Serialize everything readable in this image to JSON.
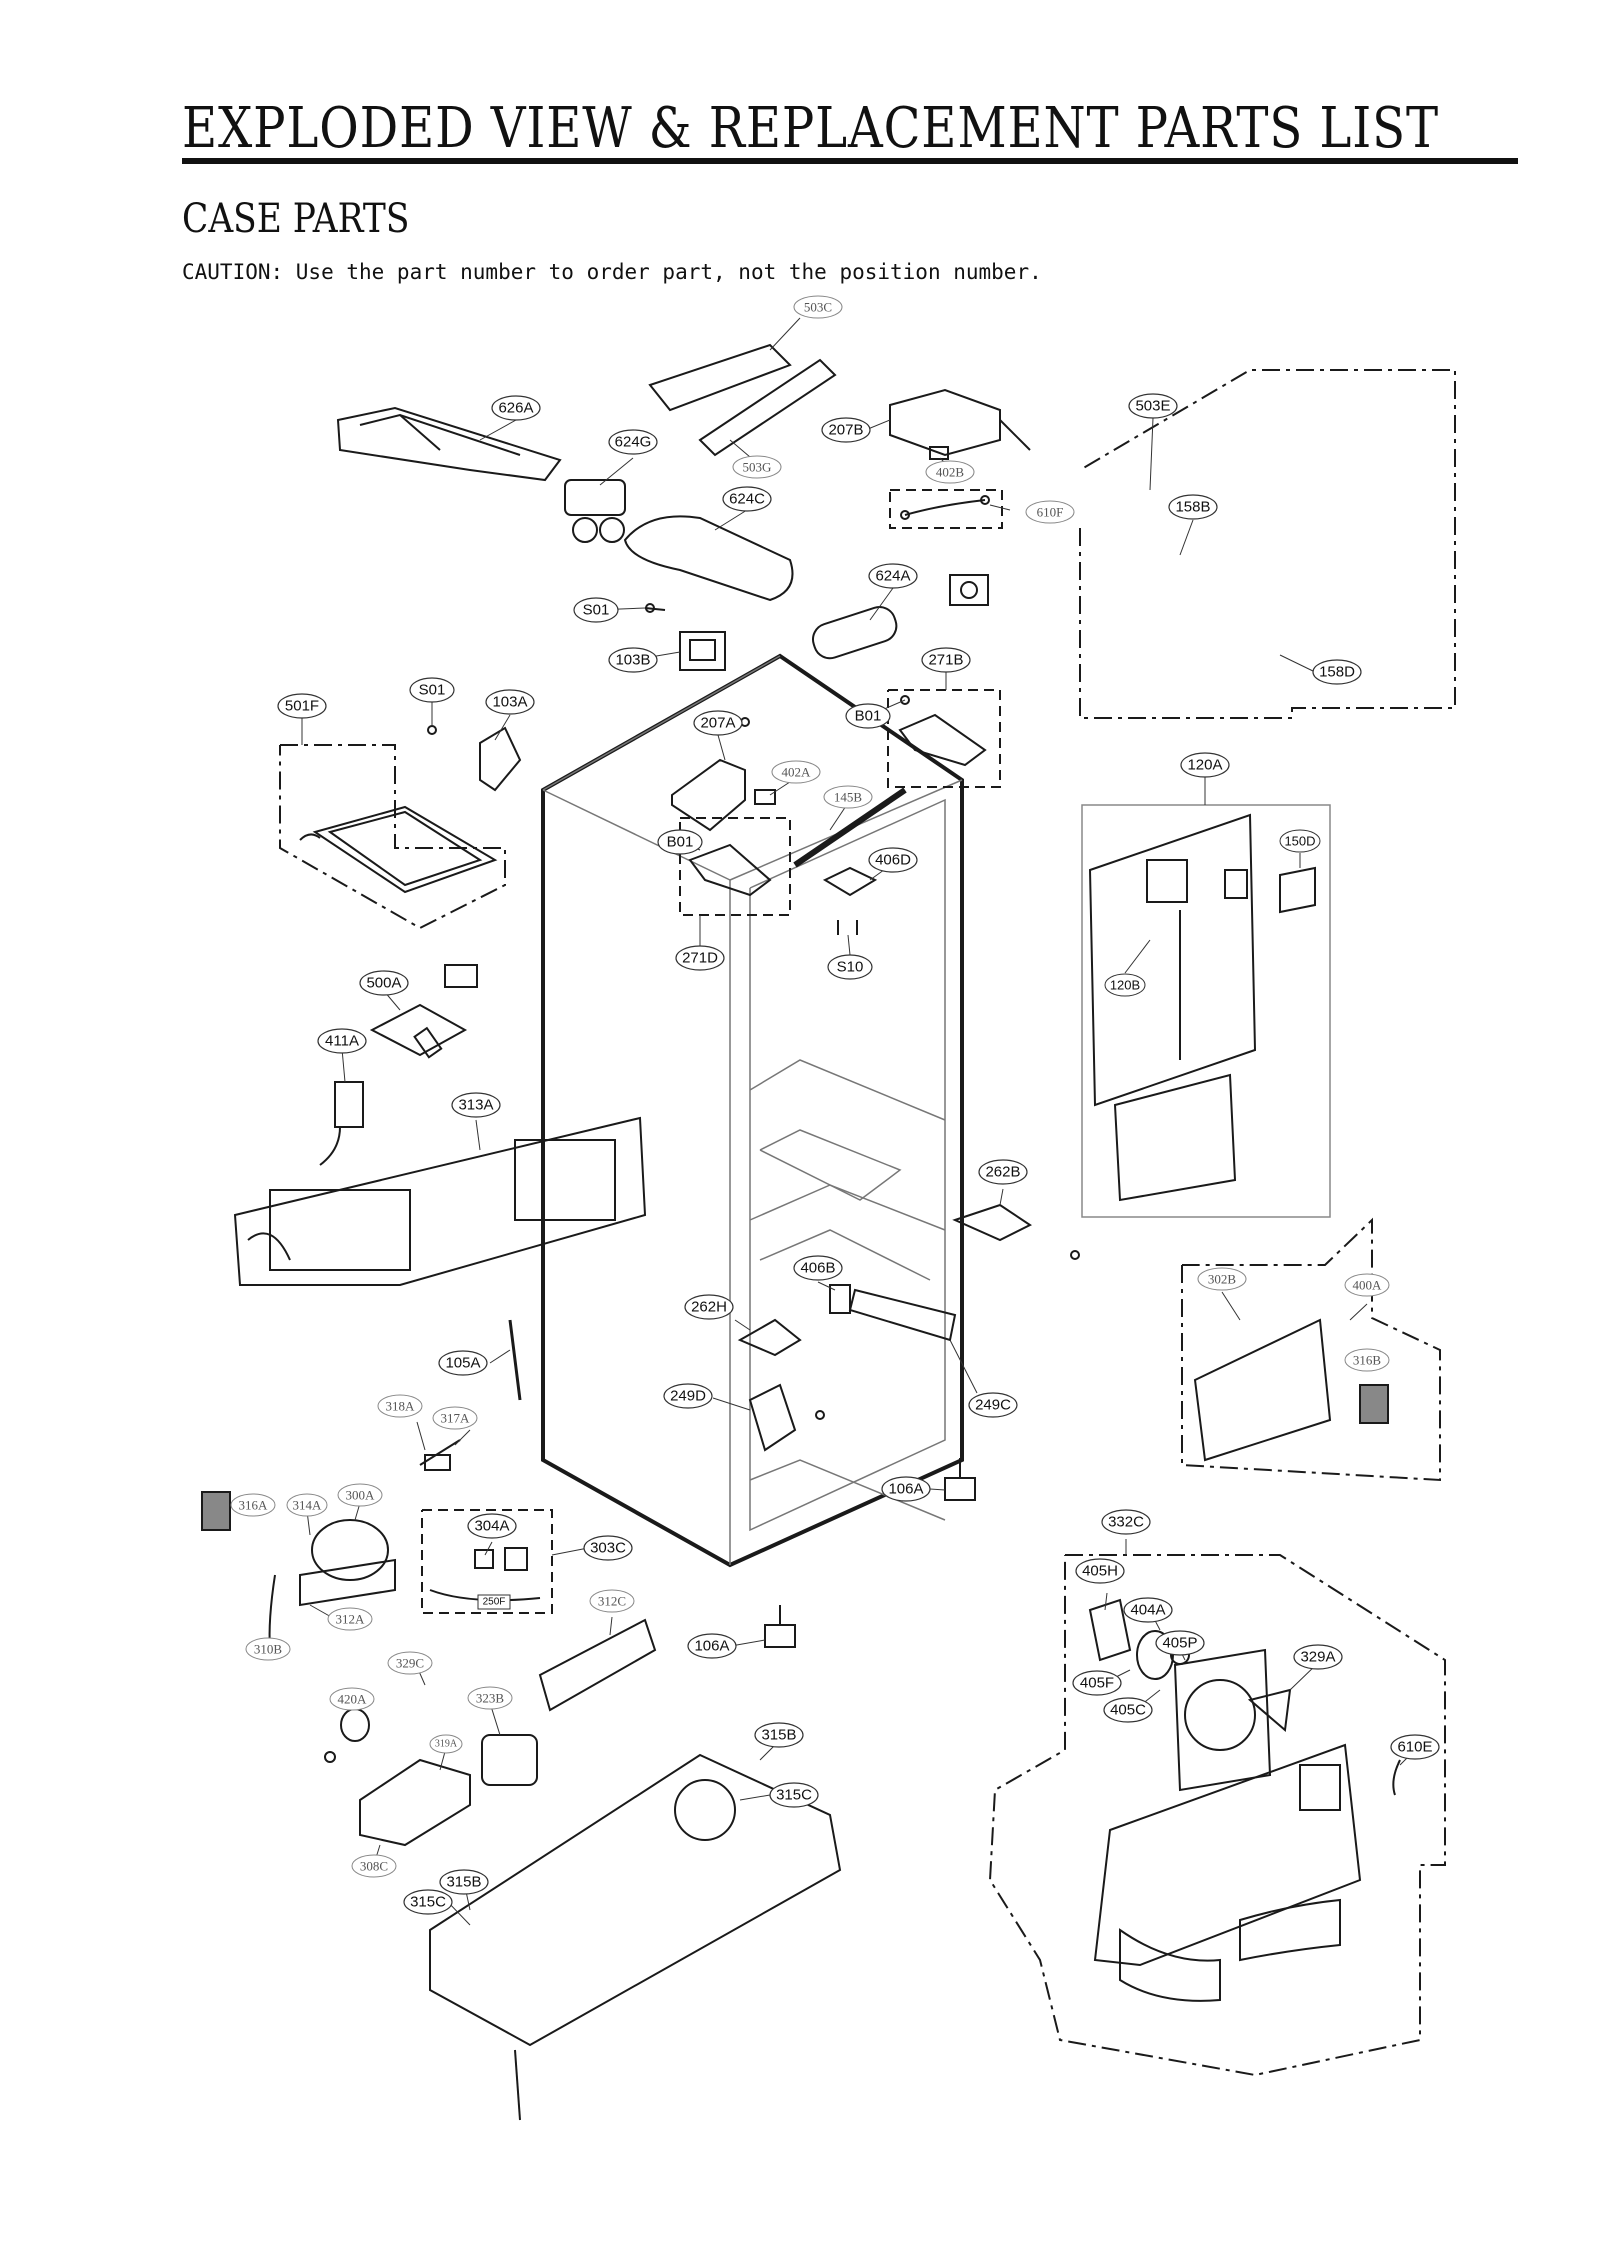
{
  "header": {
    "title": "EXPLODED VIEW & REPLACEMENT PARTS LIST",
    "section": "CASE PARTS",
    "caution": "CAUTION: Use the part number to order part, not the position number."
  },
  "callouts": [
    {
      "id": "503C",
      "style": "serif"
    },
    {
      "id": "626A",
      "style": "sans"
    },
    {
      "id": "624G",
      "style": "sans"
    },
    {
      "id": "503G",
      "style": "serif"
    },
    {
      "id": "207B",
      "style": "sans"
    },
    {
      "id": "402B",
      "style": "serif"
    },
    {
      "id": "610F",
      "style": "serif"
    },
    {
      "id": "624C",
      "style": "sans"
    },
    {
      "id": "624A",
      "style": "sans"
    },
    {
      "id": "S01",
      "style": "sans"
    },
    {
      "id": "103B",
      "style": "sans"
    },
    {
      "id": "503E",
      "style": "sans"
    },
    {
      "id": "158B",
      "style": "sans"
    },
    {
      "id": "158D",
      "style": "sans"
    },
    {
      "id": "271B",
      "style": "sans"
    },
    {
      "id": "B01",
      "style": "sans"
    },
    {
      "id": "S01",
      "style": "sans"
    },
    {
      "id": "103A",
      "style": "sans"
    },
    {
      "id": "501F",
      "style": "sans"
    },
    {
      "id": "207A",
      "style": "sans"
    },
    {
      "id": "402A",
      "style": "serif"
    },
    {
      "id": "145B",
      "style": "serif"
    },
    {
      "id": "B01",
      "style": "sans"
    },
    {
      "id": "406D",
      "style": "sans"
    },
    {
      "id": "271D",
      "style": "sans"
    },
    {
      "id": "S10",
      "style": "sans"
    },
    {
      "id": "120A",
      "style": "sans"
    },
    {
      "id": "150D",
      "style": "sans"
    },
    {
      "id": "120B",
      "style": "sans"
    },
    {
      "id": "500A",
      "style": "sans"
    },
    {
      "id": "411A",
      "style": "sans"
    },
    {
      "id": "313A",
      "style": "sans"
    },
    {
      "id": "262B",
      "style": "sans"
    },
    {
      "id": "406B",
      "style": "sans"
    },
    {
      "id": "262H",
      "style": "sans"
    },
    {
      "id": "302B",
      "style": "serif"
    },
    {
      "id": "400A",
      "style": "serif"
    },
    {
      "id": "316B",
      "style": "serif"
    },
    {
      "id": "105A",
      "style": "sans"
    },
    {
      "id": "249D",
      "style": "sans"
    },
    {
      "id": "249C",
      "style": "sans"
    },
    {
      "id": "318A",
      "style": "serif"
    },
    {
      "id": "317A",
      "style": "serif"
    },
    {
      "id": "106A",
      "style": "sans"
    },
    {
      "id": "316A",
      "style": "serif"
    },
    {
      "id": "314A",
      "style": "serif"
    },
    {
      "id": "300A",
      "style": "serif"
    },
    {
      "id": "304A",
      "style": "sans"
    },
    {
      "id": "303C",
      "style": "sans"
    },
    {
      "id": "332C",
      "style": "sans"
    },
    {
      "id": "405H",
      "style": "sans"
    },
    {
      "id": "404A",
      "style": "sans"
    },
    {
      "id": "312A",
      "style": "serif"
    },
    {
      "id": "312C",
      "style": "serif"
    },
    {
      "id": "106A",
      "style": "sans"
    },
    {
      "id": "405P",
      "style": "sans"
    },
    {
      "id": "329A",
      "style": "sans"
    },
    {
      "id": "310B",
      "style": "serif"
    },
    {
      "id": "329C",
      "style": "serif"
    },
    {
      "id": "405F",
      "style": "sans"
    },
    {
      "id": "405C",
      "style": "sans"
    },
    {
      "id": "420A",
      "style": "serif"
    },
    {
      "id": "323B",
      "style": "serif"
    },
    {
      "id": "315B",
      "style": "sans"
    },
    {
      "id": "610E",
      "style": "sans"
    },
    {
      "id": "319A",
      "style": "serif"
    },
    {
      "id": "315C",
      "style": "sans"
    },
    {
      "id": "308C",
      "style": "serif"
    },
    {
      "id": "315B",
      "style": "sans"
    },
    {
      "id": "315C",
      "style": "sans"
    }
  ],
  "inline_labels": [
    {
      "id": "250F"
    }
  ]
}
